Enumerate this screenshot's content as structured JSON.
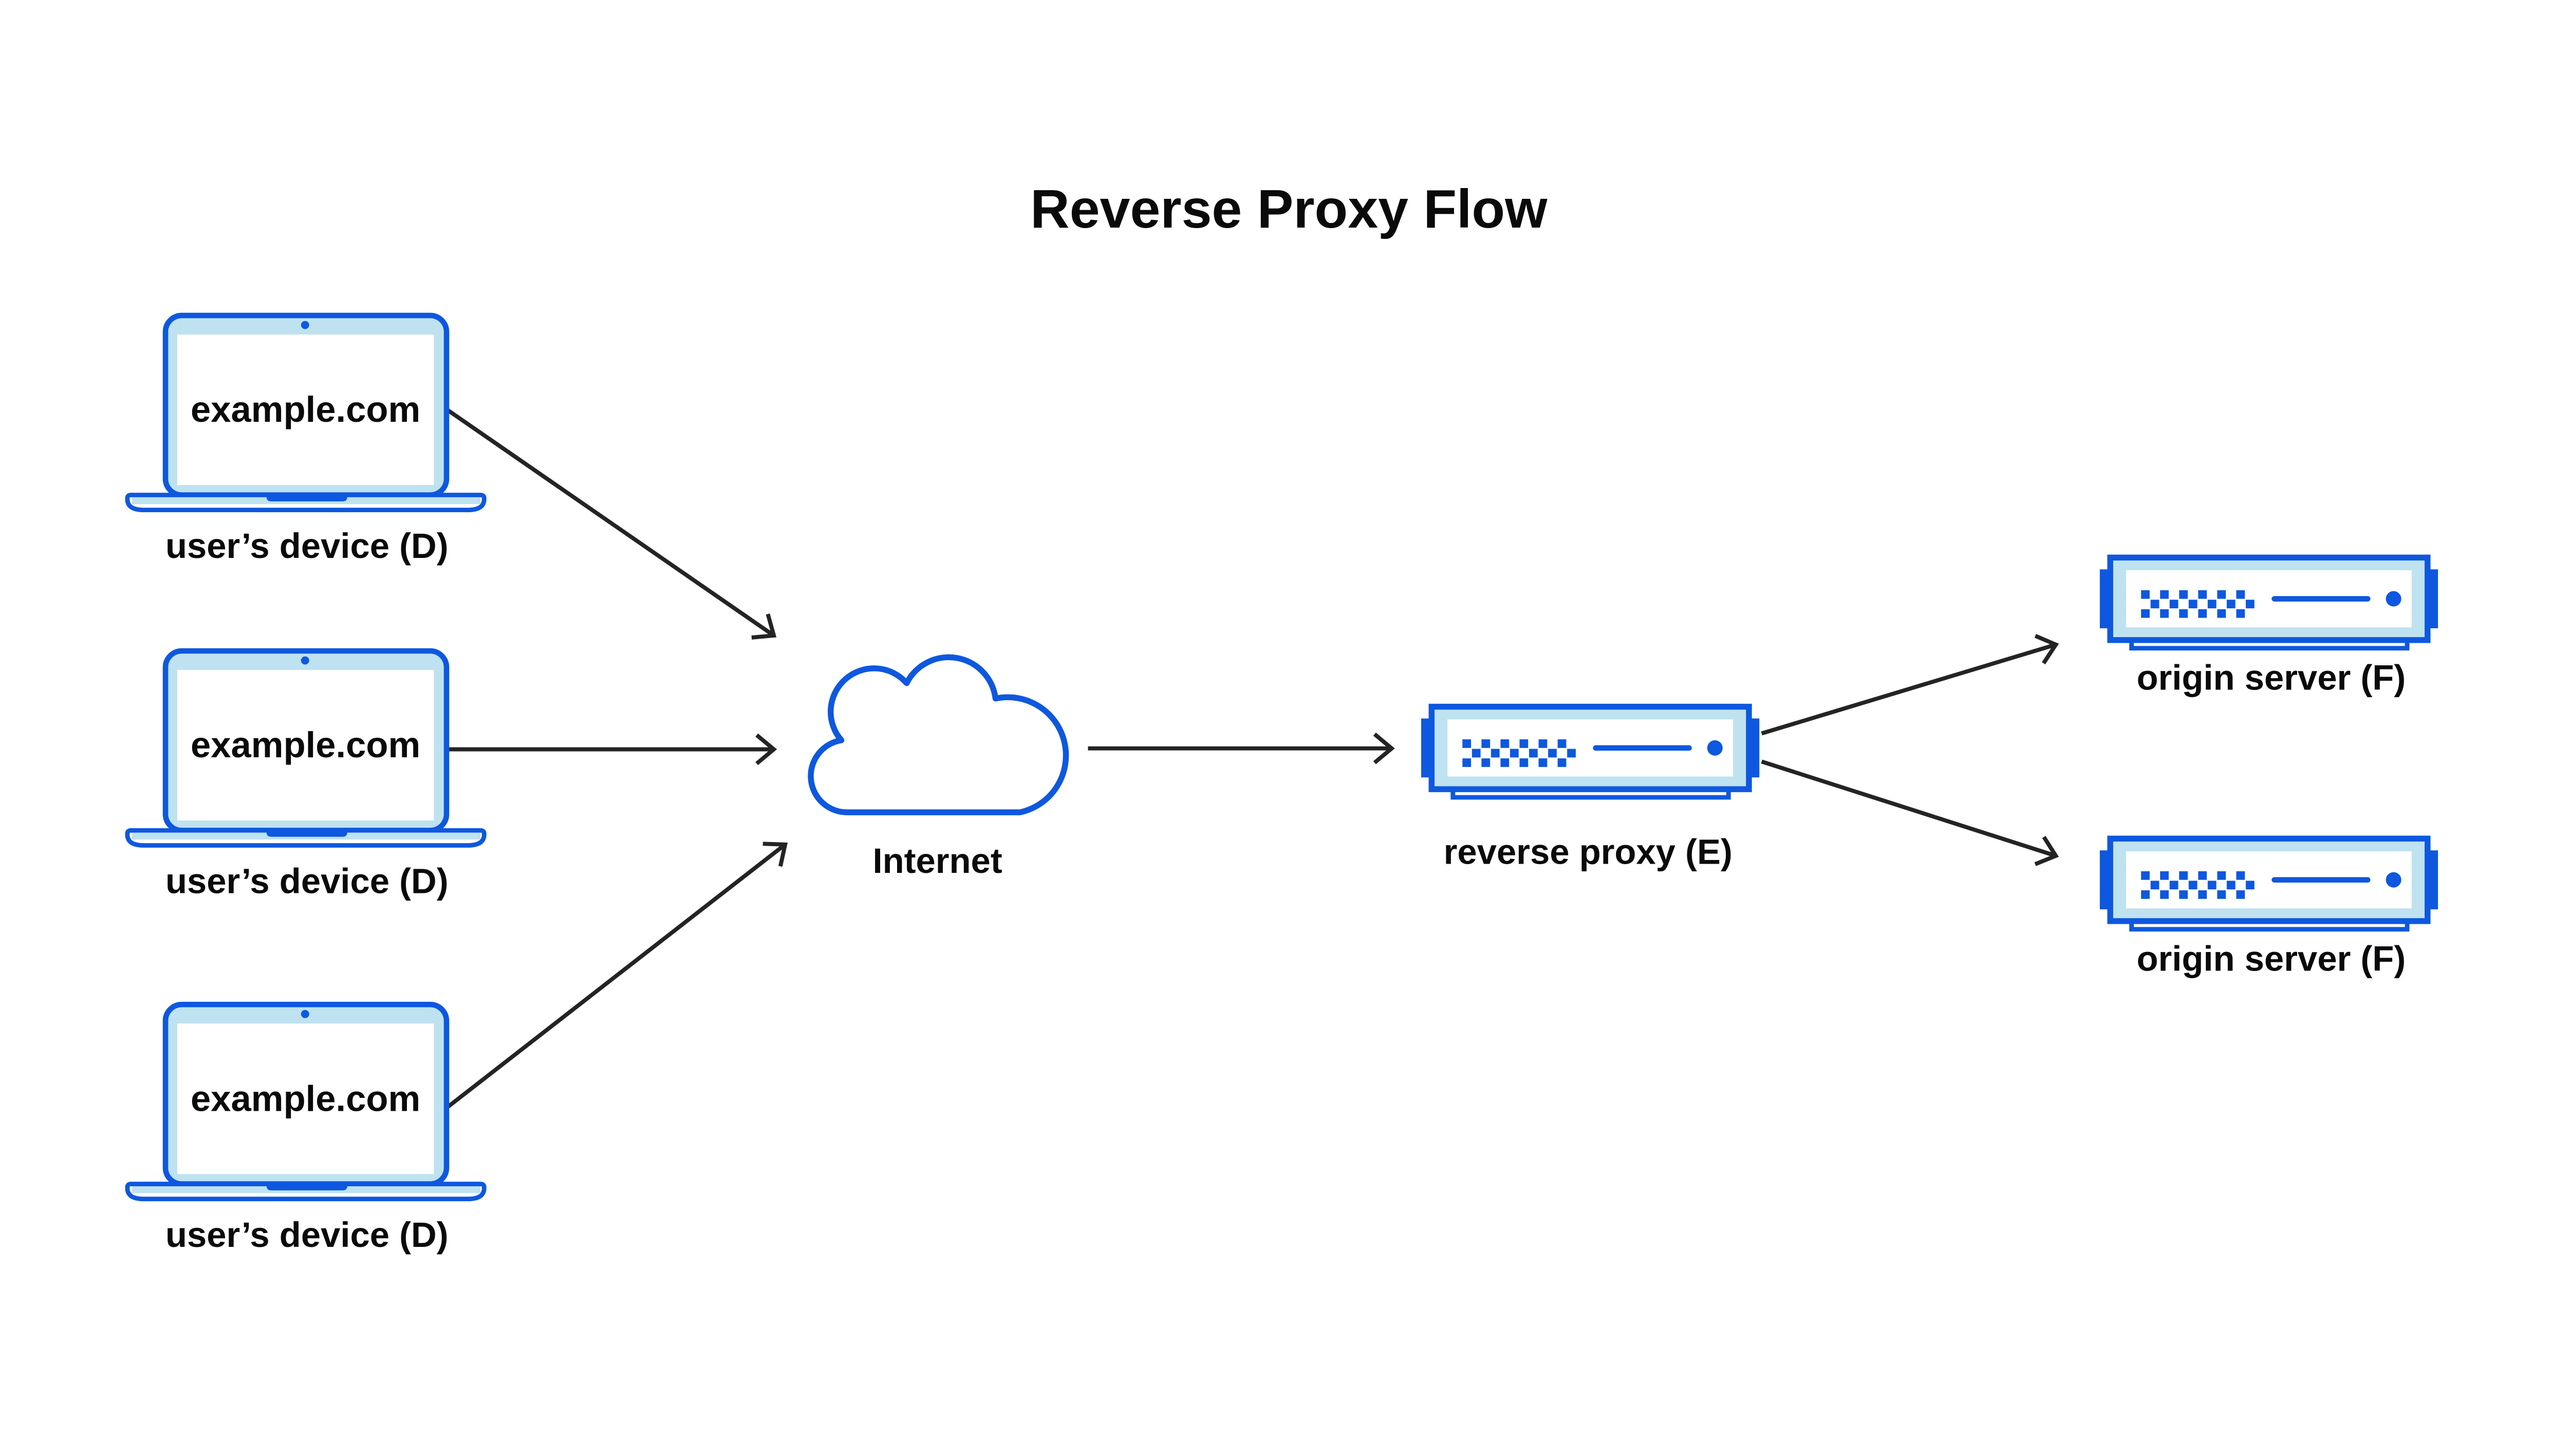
{
  "title": "Reverse Proxy Flow",
  "nodes": {
    "devices": [
      {
        "screen_text": "example.com",
        "label": "user’s device (D)"
      },
      {
        "screen_text": "example.com",
        "label": "user’s device (D)"
      },
      {
        "screen_text": "example.com",
        "label": "user’s device (D)"
      }
    ],
    "internet": {
      "label": "Internet"
    },
    "reverse_proxy": {
      "label": "reverse proxy (E)"
    },
    "origin_servers": [
      {
        "label": "origin server (F)"
      },
      {
        "label": "origin server (F)"
      }
    ]
  },
  "colors": {
    "blue": "#0E58DF",
    "light_blue": "#BEE2F0",
    "arrow": "#242424",
    "ink": "#0A0A0A",
    "bg": "#FFFFFF"
  }
}
